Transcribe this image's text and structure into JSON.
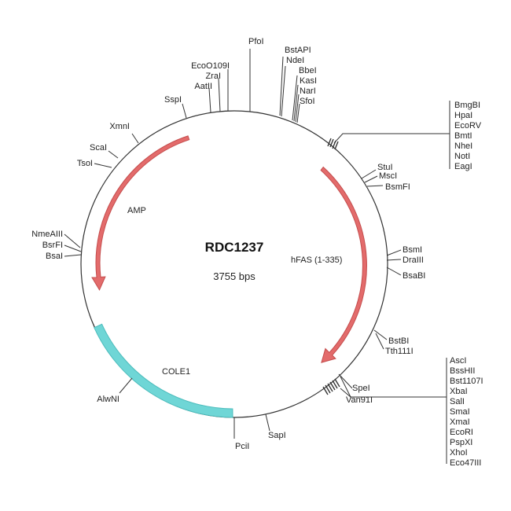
{
  "plasmid": {
    "name": "RDC1237",
    "size": "3755 bps"
  },
  "features": {
    "amp": "AMP",
    "hfas": "hFAS (1-335)",
    "cole1": "COLE1"
  },
  "colors": {
    "arrow": "#e36b6b",
    "arrow_stroke": "#c44d4d",
    "ori": "#6fd6d6",
    "ori_stroke": "#4cbcbc",
    "line": "#333333"
  },
  "sites": {
    "pfoi": "PfoI",
    "bstapi": "BstAPI",
    "ndei": "NdeI",
    "bbei": "BbeI",
    "kasi": "KasI",
    "nari": "NarI",
    "sfoi": "SfoI",
    "eco0109i": "EcoO109I",
    "zrai": "ZraI",
    "aatii": "AatII",
    "sspi": "SspI",
    "xmni": "XmnI",
    "scai": "ScaI",
    "tsoi": "TsoI",
    "nmeaiii": "NmeAIII",
    "bsrfi": "BsrFI",
    "bsai": "BsaI",
    "alwni": "AlwNI",
    "pcii": "PciI",
    "sapi": "SapI",
    "spei": "SpeI",
    "van91i": "Van91I",
    "bstbi": "BstBI",
    "tth111i": "Tth111I",
    "bsmi": "BsmI",
    "draiii": "DraIII",
    "bsabi": "BsaBI",
    "stui": "StuI",
    "msci": "MscI",
    "bsmfi": "BsmFI"
  },
  "mcs_top": [
    "BmgBI",
    "HpaI",
    "EcoRV",
    "BmtI",
    "NheI",
    "NotI",
    "EagI"
  ],
  "mcs_bottom": [
    "AscI",
    "BssHII",
    "Bst1107I",
    "XbaI",
    "SalI",
    "SmaI",
    "XmaI",
    "EcoRI",
    "PspXI",
    "XhoI",
    "Eco47III"
  ]
}
